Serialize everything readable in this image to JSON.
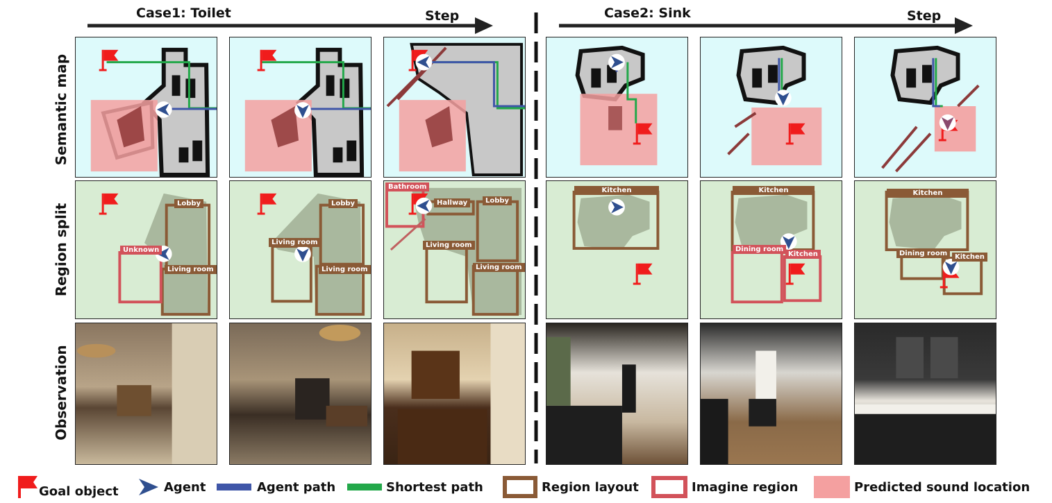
{
  "header": {
    "case1_title": "Case1: Toilet",
    "case2_title": "Case2: Sink",
    "step_label": "Step"
  },
  "rows": {
    "semantic": "Semantic map",
    "region": "Region split",
    "observation": "Observation"
  },
  "region_labels": {
    "c1p1": [
      "Lobby",
      "Unknown",
      "Living room"
    ],
    "c1p2": [
      "Lobby",
      "Living room",
      "Living room"
    ],
    "c1p3": [
      "Bathroom",
      "Hallway",
      "Lobby",
      "Living room",
      "Living room"
    ],
    "c2p1": [
      "Kitchen"
    ],
    "c2p2": [
      "Kitchen",
      "Dining room",
      "Kitchen"
    ],
    "c2p3": [
      "Kitchen",
      "Dining room",
      "Kitchen"
    ]
  },
  "legend": {
    "goal_object": "Goal object",
    "agent": "Agent",
    "agent_path": "Agent path",
    "shortest_path": "Shortest path",
    "region_layout": "Region layout",
    "imagine_region": "Imagine region",
    "predicted_sound": "Predicted sound location"
  },
  "colors": {
    "goal_red": "#f01c1c",
    "agent_blue": "#2f4f8f",
    "agent_path": "#3f56a8",
    "shortest_path": "#23a84a",
    "region_layout": "#8a5a36",
    "imagine_region": "#d2525a",
    "predicted_sound": "#f4a0a0",
    "semantic_bg": "#ddfafb",
    "region_bg": "#d8ecd3"
  }
}
